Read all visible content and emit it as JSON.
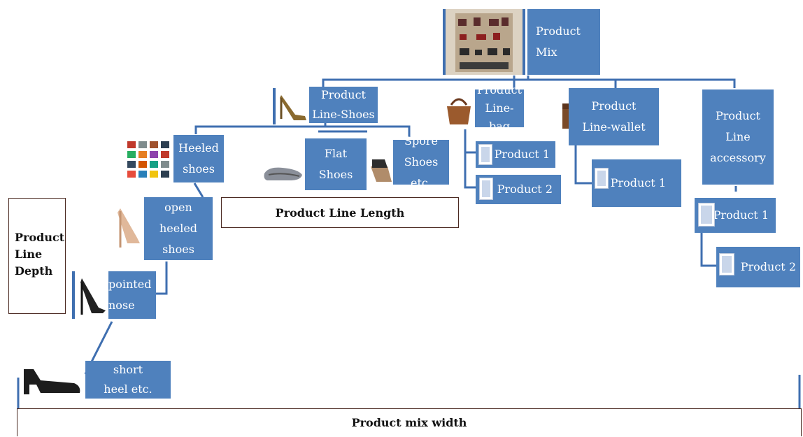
{
  "nodes": {
    "mix": "Product Mix",
    "line_shoes": "Product Line-Shoes",
    "line_bag": "Product Line-bag",
    "line_wallet": "Product Line-wallet",
    "line_accessory": "Product Line accessory",
    "heeled": "Heeled shoes",
    "flat": "Flat Shoes",
    "spore": "Spore Shoes etc.",
    "open_heeled": "open heeled shoes",
    "pointed": "pointed nose",
    "short_heel": "short heel etc.",
    "bag_p1": "Product 1",
    "bag_p2": "Product 2",
    "wallet_p1": "Product 1",
    "acc_p1": "Product 1",
    "acc_p2": "Product 2"
  },
  "labels": {
    "depth": "Product Line Depth",
    "length": "Product Line Length",
    "width": "Product mix width"
  },
  "colors": {
    "box": "#4f81bd",
    "line": "#3f6fb0",
    "label_border": "#4b2a22"
  },
  "icons": [
    "store-shelf-image",
    "high-heel-image",
    "handbag-image",
    "wallet-image",
    "earrings-image",
    "shoe-collection-image",
    "flat-shoe-image",
    "wedge-shoe-image",
    "strappy-heel-image",
    "pointed-pump-image",
    "block-heel-image",
    "product-thumbnail"
  ]
}
